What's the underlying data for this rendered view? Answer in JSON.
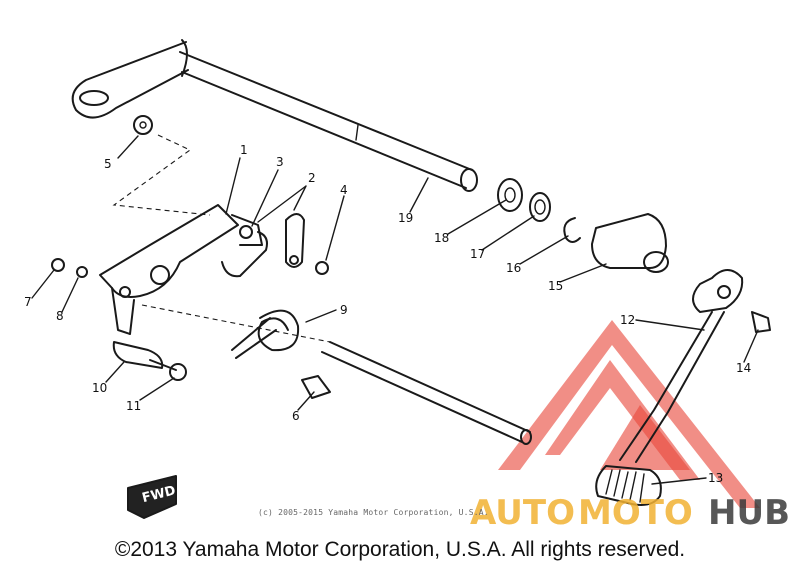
{
  "diagram": {
    "callouts": [
      "1",
      "2",
      "3",
      "4",
      "5",
      "6",
      "7",
      "8",
      "9",
      "10",
      "11",
      "12",
      "13",
      "14",
      "15",
      "16",
      "17",
      "18",
      "19"
    ],
    "fwd_stamp": "FWD",
    "credit_text": "(c) 2005-2015 Yamaha Motor Corporation, U.S.A.",
    "copyright": "©2013 Yamaha Motor Corporation, U.S.A. All rights reserved."
  },
  "watermark": {
    "brand_auto": "AUTO",
    "brand_moto": "MOTO",
    "brand_hub": "HUB",
    "colors": {
      "auto": "#f2b233",
      "moto": "#f2b233",
      "hub": "#3a3a3a",
      "triangle": "#e8493b"
    }
  }
}
